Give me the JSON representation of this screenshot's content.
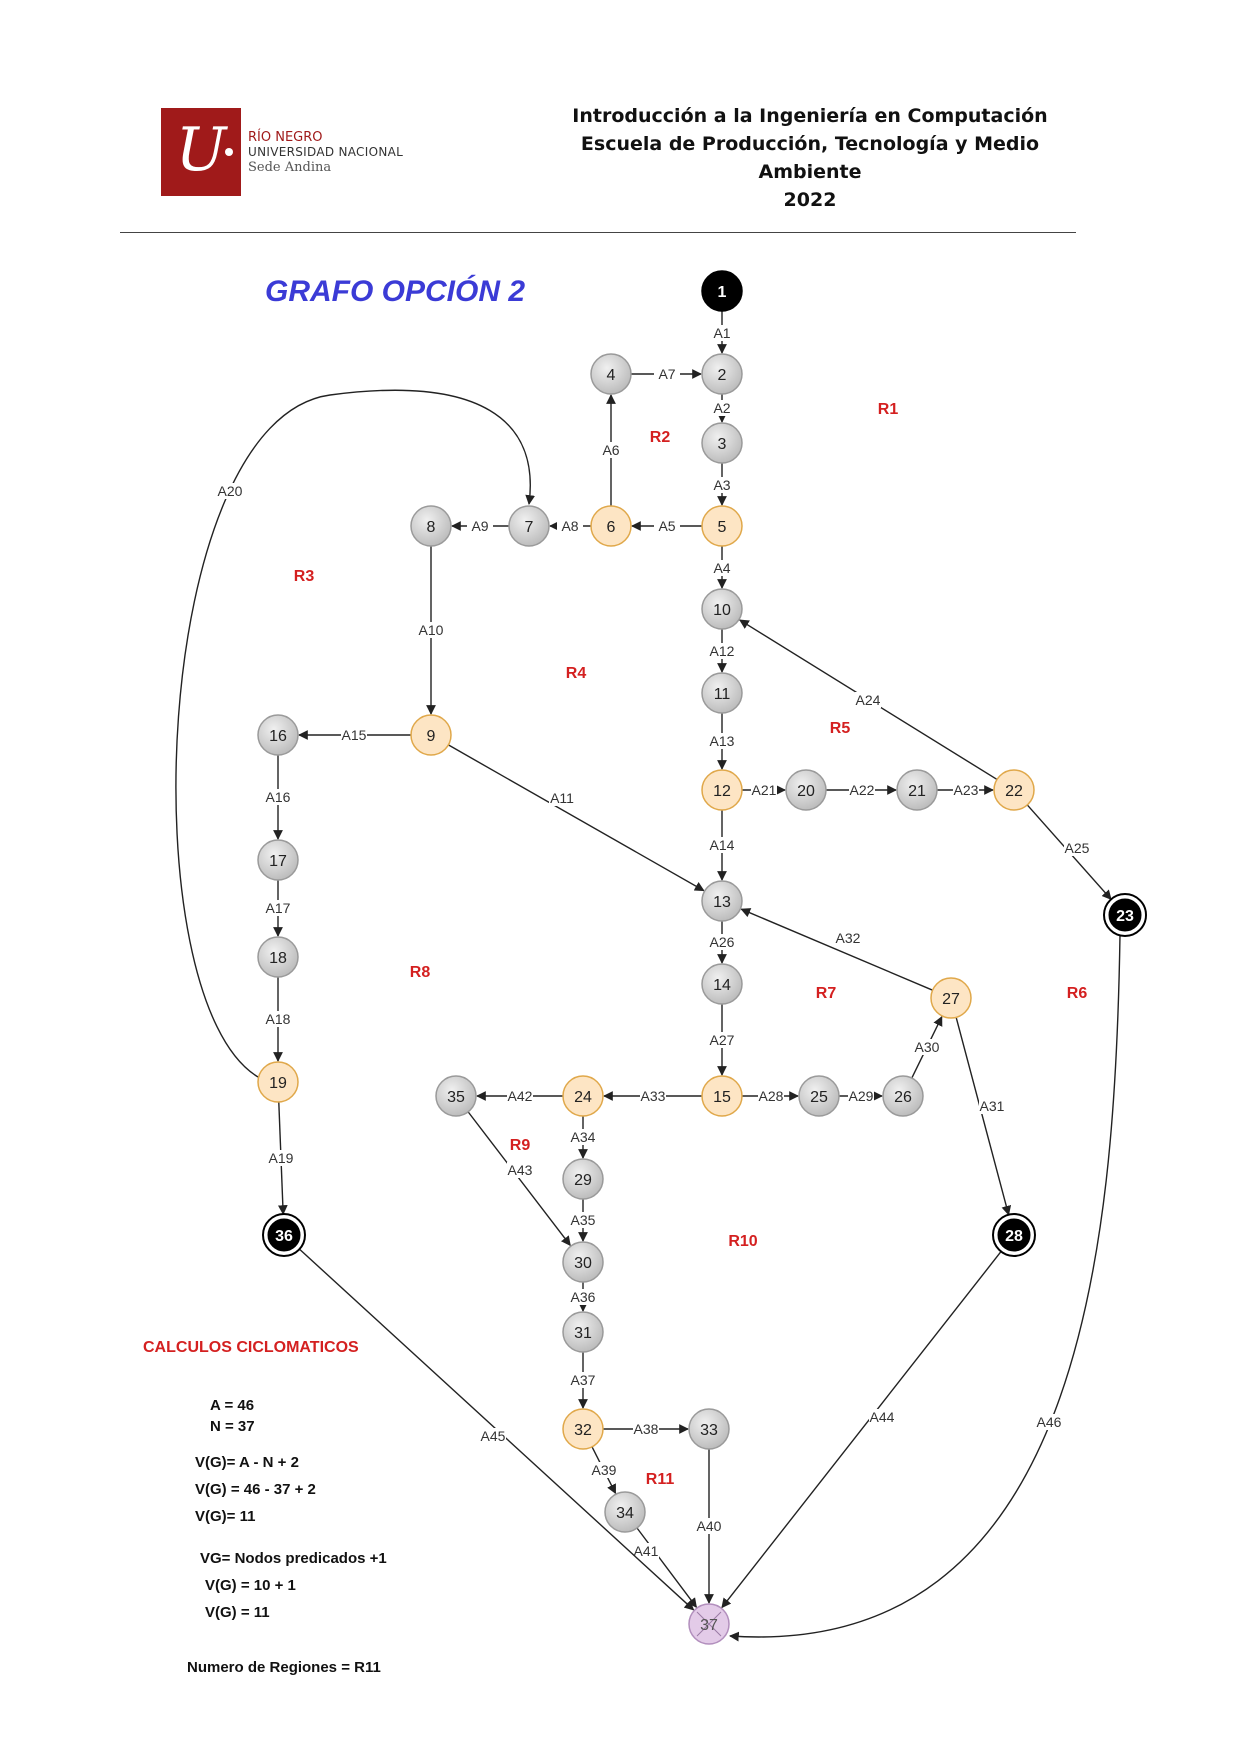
{
  "header": {
    "logo": {
      "mark": "U",
      "line1": "RÍO NEGRO",
      "line2": "UNIVERSIDAD NACIONAL",
      "line3": "Sede Andina"
    },
    "title_line1": "Introducción a la Ingeniería en Computación",
    "title_line2": "Escuela de Producción, Tecnología y Medio Ambiente",
    "title_line3": "2022"
  },
  "diagram": {
    "title": "GRAFO OPCIÓN 2",
    "colors": {
      "title": "#3b3bd6",
      "region": "#d42020",
      "gray_node": "#cfcfcf",
      "predicate_node": "#fde5c4",
      "predicate_border": "#e0a84a",
      "terminal_node": "#000000",
      "final_node": "#e3cbe8",
      "edge": "#222222"
    },
    "nodes": [
      {
        "id": "1",
        "kind": "start"
      },
      {
        "id": "2",
        "kind": "gray"
      },
      {
        "id": "3",
        "kind": "gray"
      },
      {
        "id": "4",
        "kind": "gray"
      },
      {
        "id": "5",
        "kind": "predicate"
      },
      {
        "id": "6",
        "kind": "predicate"
      },
      {
        "id": "7",
        "kind": "gray"
      },
      {
        "id": "8",
        "kind": "gray"
      },
      {
        "id": "9",
        "kind": "predicate"
      },
      {
        "id": "10",
        "kind": "gray"
      },
      {
        "id": "11",
        "kind": "gray"
      },
      {
        "id": "12",
        "kind": "predicate"
      },
      {
        "id": "13",
        "kind": "gray"
      },
      {
        "id": "14",
        "kind": "gray"
      },
      {
        "id": "15",
        "kind": "predicate"
      },
      {
        "id": "16",
        "kind": "gray"
      },
      {
        "id": "17",
        "kind": "gray"
      },
      {
        "id": "18",
        "kind": "gray"
      },
      {
        "id": "19",
        "kind": "predicate"
      },
      {
        "id": "20",
        "kind": "gray"
      },
      {
        "id": "21",
        "kind": "gray"
      },
      {
        "id": "22",
        "kind": "predicate"
      },
      {
        "id": "23",
        "kind": "terminal"
      },
      {
        "id": "24",
        "kind": "predicate"
      },
      {
        "id": "25",
        "kind": "gray"
      },
      {
        "id": "26",
        "kind": "gray"
      },
      {
        "id": "27",
        "kind": "predicate"
      },
      {
        "id": "28",
        "kind": "terminal"
      },
      {
        "id": "29",
        "kind": "gray"
      },
      {
        "id": "30",
        "kind": "gray"
      },
      {
        "id": "31",
        "kind": "gray"
      },
      {
        "id": "32",
        "kind": "predicate"
      },
      {
        "id": "33",
        "kind": "gray"
      },
      {
        "id": "34",
        "kind": "gray"
      },
      {
        "id": "35",
        "kind": "gray"
      },
      {
        "id": "36",
        "kind": "terminal"
      },
      {
        "id": "37",
        "kind": "final"
      }
    ],
    "edges": [
      {
        "label": "A1",
        "from": "1",
        "to": "2"
      },
      {
        "label": "A2",
        "from": "2",
        "to": "3"
      },
      {
        "label": "A3",
        "from": "3",
        "to": "5"
      },
      {
        "label": "A4",
        "from": "5",
        "to": "10"
      },
      {
        "label": "A5",
        "from": "5",
        "to": "6"
      },
      {
        "label": "A6",
        "from": "6",
        "to": "4"
      },
      {
        "label": "A7",
        "from": "4",
        "to": "2"
      },
      {
        "label": "A8",
        "from": "6",
        "to": "7"
      },
      {
        "label": "A9",
        "from": "7",
        "to": "8"
      },
      {
        "label": "A10",
        "from": "8",
        "to": "9"
      },
      {
        "label": "A11",
        "from": "9",
        "to": "13"
      },
      {
        "label": "A12",
        "from": "10",
        "to": "11"
      },
      {
        "label": "A13",
        "from": "11",
        "to": "12"
      },
      {
        "label": "A14",
        "from": "12",
        "to": "13"
      },
      {
        "label": "A15",
        "from": "9",
        "to": "16"
      },
      {
        "label": "A16",
        "from": "16",
        "to": "17"
      },
      {
        "label": "A17",
        "from": "17",
        "to": "18"
      },
      {
        "label": "A18",
        "from": "18",
        "to": "19"
      },
      {
        "label": "A19",
        "from": "19",
        "to": "36"
      },
      {
        "label": "A20",
        "from": "19",
        "to": "7"
      },
      {
        "label": "A21",
        "from": "12",
        "to": "20"
      },
      {
        "label": "A22",
        "from": "20",
        "to": "21"
      },
      {
        "label": "A23",
        "from": "21",
        "to": "22"
      },
      {
        "label": "A24",
        "from": "22",
        "to": "10"
      },
      {
        "label": "A25",
        "from": "22",
        "to": "23"
      },
      {
        "label": "A26",
        "from": "13",
        "to": "14"
      },
      {
        "label": "A27",
        "from": "14",
        "to": "15"
      },
      {
        "label": "A28",
        "from": "15",
        "to": "25"
      },
      {
        "label": "A29",
        "from": "25",
        "to": "26"
      },
      {
        "label": "A30",
        "from": "26",
        "to": "27"
      },
      {
        "label": "A31",
        "from": "27",
        "to": "28"
      },
      {
        "label": "A32",
        "from": "27",
        "to": "13"
      },
      {
        "label": "A33",
        "from": "15",
        "to": "24"
      },
      {
        "label": "A34",
        "from": "24",
        "to": "29"
      },
      {
        "label": "A35",
        "from": "29",
        "to": "30"
      },
      {
        "label": "A36",
        "from": "30",
        "to": "31"
      },
      {
        "label": "A37",
        "from": "31",
        "to": "32"
      },
      {
        "label": "A38",
        "from": "32",
        "to": "33"
      },
      {
        "label": "A39",
        "from": "32",
        "to": "34"
      },
      {
        "label": "A40",
        "from": "33",
        "to": "37"
      },
      {
        "label": "A41",
        "from": "34",
        "to": "37"
      },
      {
        "label": "A42",
        "from": "24",
        "to": "35"
      },
      {
        "label": "A43",
        "from": "35",
        "to": "30"
      },
      {
        "label": "A44",
        "from": "28",
        "to": "37"
      },
      {
        "label": "A45",
        "from": "36",
        "to": "37"
      },
      {
        "label": "A46",
        "from": "23",
        "to": "37"
      }
    ],
    "regions": [
      "R1",
      "R2",
      "R3",
      "R4",
      "R5",
      "R6",
      "R7",
      "R8",
      "R9",
      "R10",
      "R11"
    ],
    "calculations": {
      "heading": "CALCULOS CICLOMATICOS",
      "line_a": "A = 46",
      "line_n": "N = 37",
      "formula1": "V(G)= A - N + 2",
      "formula1_sub": "V(G) = 46 - 37 + 2",
      "formula1_result": "V(G)= 11",
      "formula2": "VG= Nodos predicados +1",
      "formula2_sub": "V(G) = 10 + 1",
      "formula2_result": "V(G) = 11",
      "regions_line": "Numero de Regiones = R11"
    }
  }
}
